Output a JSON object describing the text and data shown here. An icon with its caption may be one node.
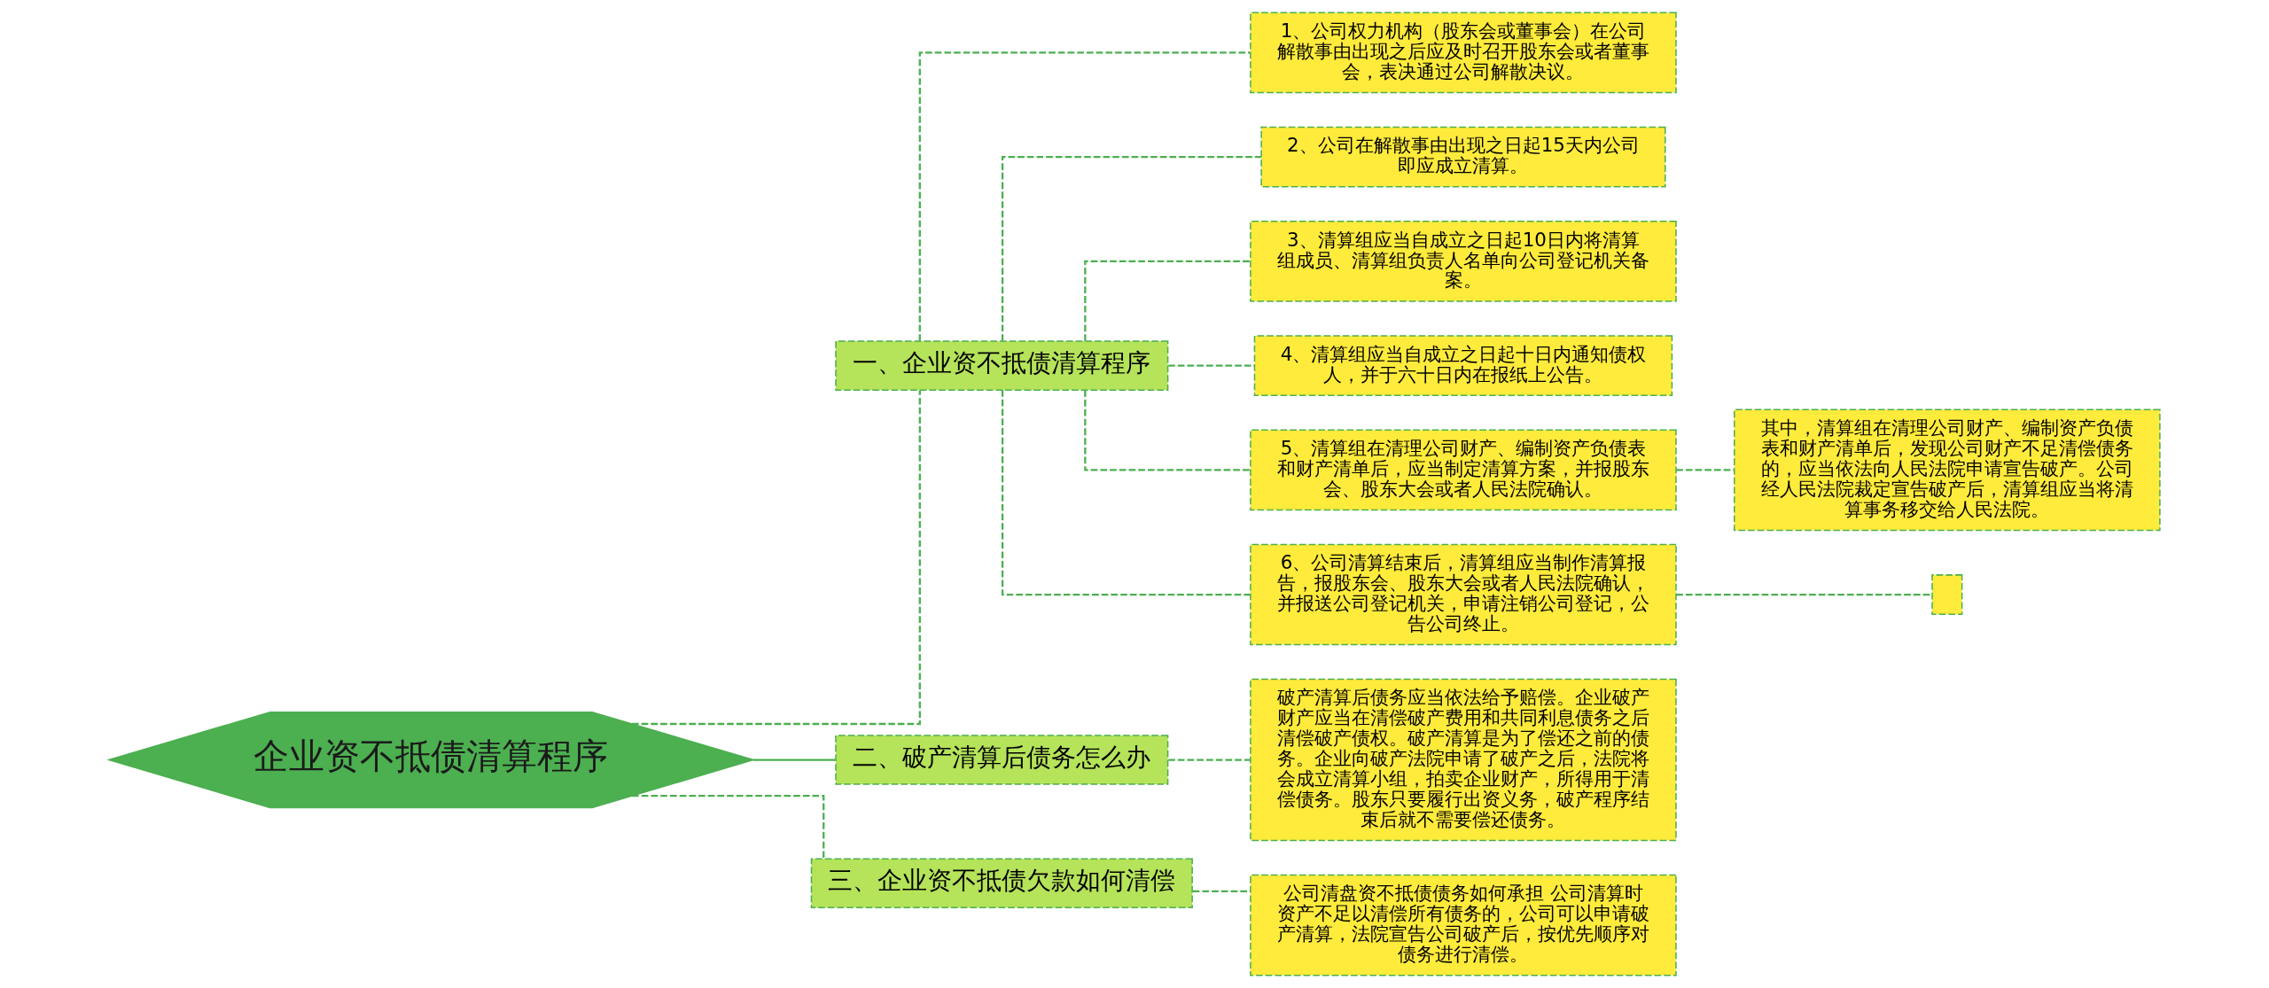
{
  "diagram": {
    "nodes": [
      {
        "text": [
          "企业资不抵债清算程序"
        ]
      },
      {
        "text": [
          "一、企业资不抵债清算程序"
        ]
      },
      {
        "text": [
          "1、公司权力机构（股东会或董事会）在公司解散事由出现之后应及时召开股东会或者董事会，表决通过公司解散决议。"
        ]
      },
      {
        "text": [
          "2、公司在解散事由出现之日起15天内公司即应成立清算。"
        ]
      },
      {
        "text": [
          "3、清算组应当自成立之日起10日内将清算组成员、清算组负责人名单向公司登记机关备案。"
        ]
      },
      {
        "text": [
          "4、清算组应当自成立之日起十日内通知债权人，并于六十日内在报纸上公告。"
        ]
      },
      {
        "text": [
          "5、清算组在清理公司财产、编制资产负债表和财产清单后，应当制定清算方案，并报股东会、股东大会或者人民法院确认。"
        ]
      },
      {
        "text": [
          "6、公司清算结束后，清算组应当制作清算报告，报股东会、股东大会或者人民法院确认，并报送公司登记机关，申请注销公司登记，公告公司终止。"
        ]
      },
      {
        "text": [
          "其中，清算组在清理公司财产、编制资产负债表和财产清单后，发现公司财产不足清偿债务的，应当依法向人民法院申请宣告破产。公司经人民法院裁定宣告破产后，清算组应当将清算事务移交给人民法院。"
        ]
      },
      {
        "text": [],
        "shape": "box"
      },
      {
        "text": [
          "二、破产清算后债务怎么办"
        ]
      },
      {
        "text": [
          "破产清算后债务应当依法给予赔偿。企业破产财产应当在清偿破产费用和共同利息债务之后清偿破产债权。破产清算是为了偿还之前的债务。企业向破产法院申请了破产之后，法院将会成立清算小组，拍卖企业财产，所得用于清偿债务。股东只要履行出资义务，破产程序结束后就不需要偿还债务。"
        ]
      },
      {
        "text": [
          "三、企业资不抵债欠款如何清偿"
        ]
      },
      {
        "text": [
          "公司清盘资不抵债债务如何承担 公司清算时资产不足以清偿所有债务的，公司可以申请破产清算，法院宣告公司破产后，按优先顺序对债务进行清偿。"
        ]
      }
    ],
    "edges": [
      {
        "from": 0,
        "to": 1,
        "arrow": "none",
        "style": "dashed"
      },
      {
        "from": 1,
        "to": 2,
        "arrow": "none",
        "style": "dashed"
      },
      {
        "from": 1,
        "to": 3,
        "arrow": "none",
        "style": "dashed"
      },
      {
        "from": 1,
        "to": 4,
        "arrow": "none",
        "style": "dashed"
      },
      {
        "from": 1,
        "to": 5,
        "arrow": "none",
        "style": "dashed"
      },
      {
        "from": 1,
        "to": 6,
        "arrow": "none",
        "style": "dashed"
      },
      {
        "from": 1,
        "to": 7,
        "arrow": "none",
        "style": "dashed"
      },
      {
        "from": 6,
        "to": 8,
        "arrow": "none",
        "style": "dashed"
      },
      {
        "from": 7,
        "to": 9,
        "arrow": "none",
        "style": "dashed"
      },
      {
        "from": 0,
        "to": 10,
        "arrow": "none"
      },
      {
        "from": 10,
        "to": 11,
        "arrow": "none",
        "style": "dashed"
      },
      {
        "from": 0,
        "to": 12,
        "arrow": "none",
        "style": "dashed"
      },
      {
        "from": 12,
        "to": 13,
        "arrow": "none",
        "style": "dashed"
      }
    ]
  }
}
